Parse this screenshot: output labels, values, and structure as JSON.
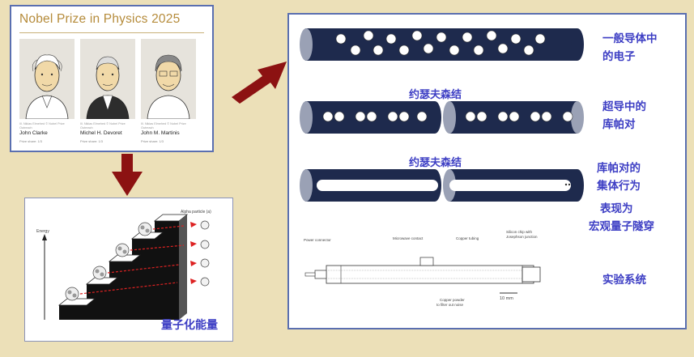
{
  "nobel": {
    "title": "Nobel Prize in Physics 2025",
    "laureates": [
      {
        "small": "Ill. Niklas Elmehed © Nobel Prize Outreach",
        "name": "John Clarke",
        "aff": "Prize share: 1/3"
      },
      {
        "small": "Ill. Niklas Elmehed © Nobel Prize Outreach",
        "name": "Michel H. Devoret",
        "aff": "Prize share: 1/3"
      },
      {
        "small": "Ill. Niklas Elmehed © Nobel Prize Outreach",
        "name": "John M. Martinis",
        "aff": "Prize share: 1/3"
      }
    ]
  },
  "stairs": {
    "energy_label": "Energy",
    "alpha_label": "Alpha particle (a)",
    "caption": "量子化能量"
  },
  "diagram": {
    "label_normal": [
      "一般导体中",
      "的电子"
    ],
    "junction_1": "约瑟夫森结",
    "label_super": [
      "超导中的",
      "库帕对"
    ],
    "junction_2": "约瑟夫森结",
    "label_collective": [
      "库帕对的",
      "集体行为"
    ],
    "label_tunnel": [
      "表现为",
      "宏观量子隧穿"
    ],
    "label_setup": "实验系统",
    "setup": {
      "power_connector": "Power connector",
      "microwave_contact": "Microwave contact",
      "copper_tubing": "Copper tubing",
      "chip": [
        "Silicon chip with",
        "Josephson junction"
      ],
      "copper_powder": [
        "Copper powder",
        "to filter out noise"
      ],
      "scale": "10 mm"
    }
  },
  "colors": {
    "accent": "#3d3ec4",
    "arrow": "#8c1212",
    "tube": "#1e2a4d",
    "frame": "#5a6fb0"
  }
}
